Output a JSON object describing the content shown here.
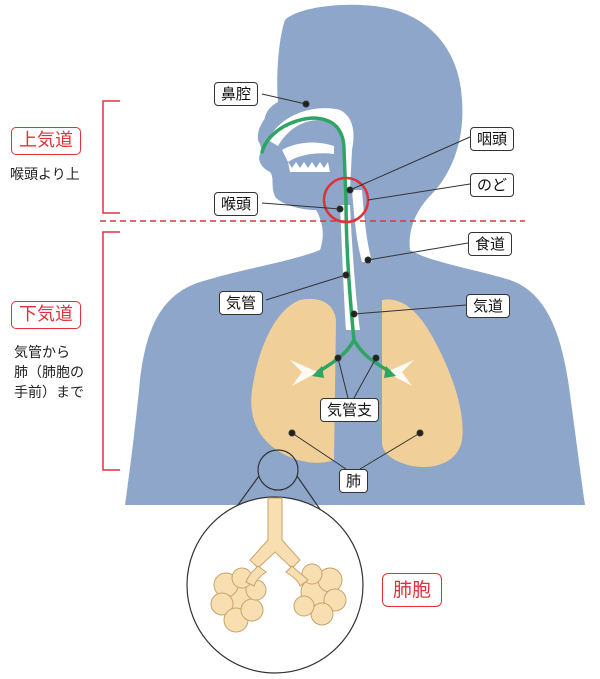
{
  "labels": {
    "nasal_cavity": "鼻腔",
    "larynx": "喉頭",
    "pharynx": "咽頭",
    "throat": "のど",
    "esophagus": "食道",
    "trachea": "気管",
    "airway": "気道",
    "bronchi": "気管支",
    "lung": "肺",
    "alveoli": "肺胞"
  },
  "sections": {
    "upper_title": "上気道",
    "upper_note": "喉頭より上",
    "lower_title": "下気道",
    "lower_note_1": "気管から",
    "lower_note_2": "肺（肺胞の",
    "lower_note_3": "手前）まで"
  },
  "colors": {
    "body": "#8da6c9",
    "lung": "#f0cf98",
    "airway_path": "#2fa564",
    "accent_red": "#e0323a",
    "alveoli_fill": "#f8dfb1"
  }
}
